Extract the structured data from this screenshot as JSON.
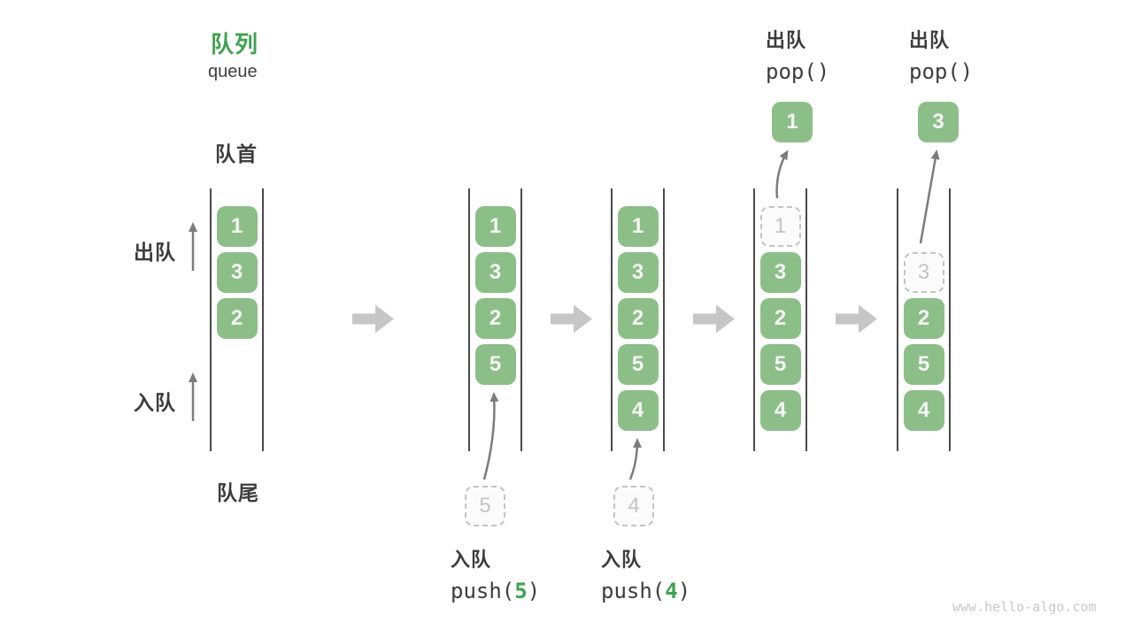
{
  "header": {
    "title_cn": "队列",
    "title_en": "queue"
  },
  "side_labels": {
    "front": "队首",
    "rear": "队尾",
    "dequeue": "出队",
    "enqueue": "入队"
  },
  "states": [
    {
      "cells": [
        "1",
        "3",
        "2"
      ]
    },
    {
      "cells": [
        "1",
        "3",
        "2",
        "5"
      ]
    },
    {
      "cells": [
        "1",
        "3",
        "2",
        "5",
        "4"
      ]
    },
    {
      "popped_ghost": "1",
      "cells": [
        "3",
        "2",
        "5",
        "4"
      ]
    },
    {
      "popped_ghost": "3",
      "cells": [
        "2",
        "5",
        "4"
      ]
    }
  ],
  "operations": {
    "push_5": {
      "label": "入队",
      "code_before": "push(",
      "arg": "5",
      "code_after": ")",
      "ghost_value": "5"
    },
    "push_4": {
      "label": "入队",
      "code_before": "push(",
      "arg": "4",
      "code_after": ")",
      "ghost_value": "4"
    },
    "pop_1": {
      "label": "出队",
      "code": "pop()",
      "value": "1"
    },
    "pop_3": {
      "label": "出队",
      "code": "pop()",
      "value": "3"
    }
  },
  "watermark": "www.hello-algo.com",
  "colors": {
    "cell_green": "#8CBF88",
    "cell_text": "#F6F6F6",
    "accent_green": "#3CA34F",
    "text_dark": "#3C3C3C",
    "line_dark": "#4A4A4A",
    "block_arrow_gray": "#C6C6C6",
    "ghost_gray": "#C4C4C4",
    "arrow_stroke": "#7C7C7C",
    "watermark_gray": "#C9C9C9"
  }
}
